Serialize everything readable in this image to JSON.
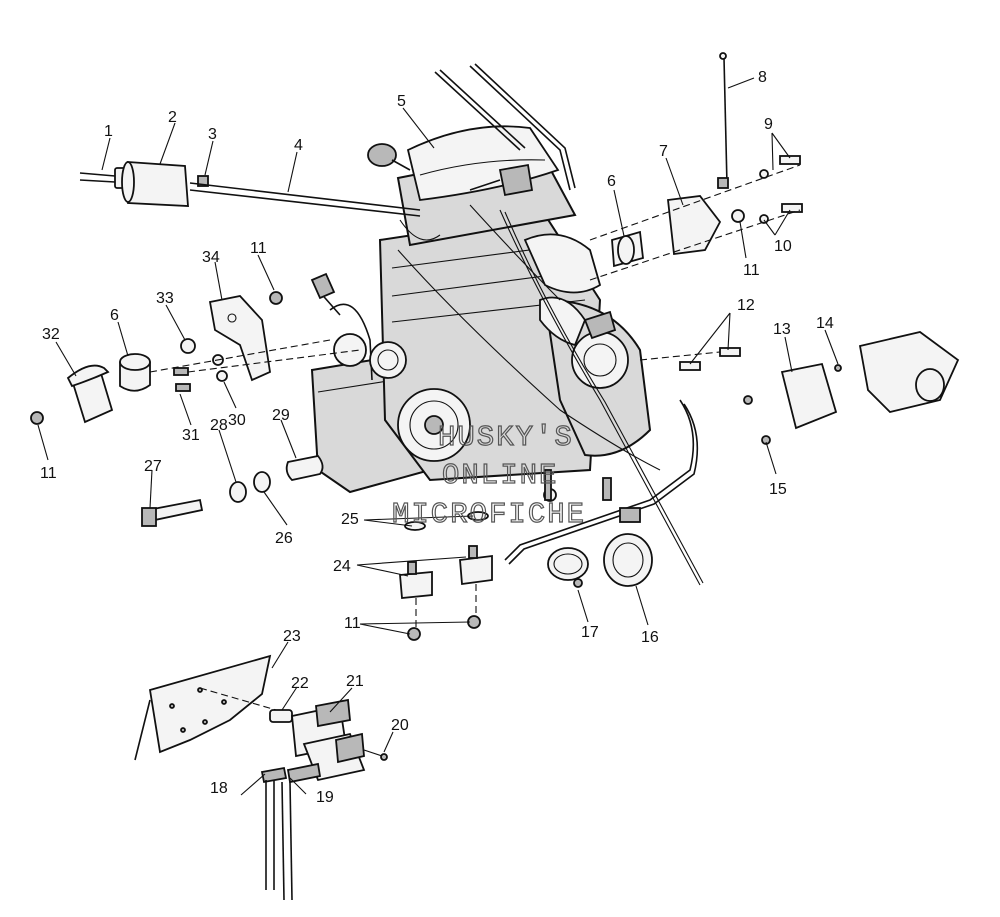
{
  "diagram": {
    "watermark": [
      "HUSKY'S",
      "ONLINE",
      "MICROFICHE"
    ],
    "callouts": [
      {
        "id": "c1",
        "text": "1"
      },
      {
        "id": "c2",
        "text": "2"
      },
      {
        "id": "c3",
        "text": "3"
      },
      {
        "id": "c4",
        "text": "4"
      },
      {
        "id": "c5",
        "text": "5"
      },
      {
        "id": "c6a",
        "text": "6"
      },
      {
        "id": "c6b",
        "text": "6"
      },
      {
        "id": "c7",
        "text": "7"
      },
      {
        "id": "c8",
        "text": "8"
      },
      {
        "id": "c9",
        "text": "9"
      },
      {
        "id": "c10",
        "text": "10"
      },
      {
        "id": "c11a",
        "text": "11"
      },
      {
        "id": "c11b",
        "text": "11"
      },
      {
        "id": "c11c",
        "text": "11"
      },
      {
        "id": "c11d",
        "text": "11"
      },
      {
        "id": "c12",
        "text": "12"
      },
      {
        "id": "c13",
        "text": "13"
      },
      {
        "id": "c14",
        "text": "14"
      },
      {
        "id": "c15",
        "text": "15"
      },
      {
        "id": "c16",
        "text": "16"
      },
      {
        "id": "c17",
        "text": "17"
      },
      {
        "id": "c18",
        "text": "18"
      },
      {
        "id": "c19",
        "text": "19"
      },
      {
        "id": "c20",
        "text": "20"
      },
      {
        "id": "c21",
        "text": "21"
      },
      {
        "id": "c22",
        "text": "22"
      },
      {
        "id": "c23",
        "text": "23"
      },
      {
        "id": "c24",
        "text": "24"
      },
      {
        "id": "c25",
        "text": "25"
      },
      {
        "id": "c26",
        "text": "26"
      },
      {
        "id": "c27",
        "text": "27"
      },
      {
        "id": "c28",
        "text": "28"
      },
      {
        "id": "c29",
        "text": "29"
      },
      {
        "id": "c30",
        "text": "30"
      },
      {
        "id": "c31",
        "text": "31"
      },
      {
        "id": "c32",
        "text": "32"
      },
      {
        "id": "c33",
        "text": "33"
      },
      {
        "id": "c34",
        "text": "34"
      }
    ]
  }
}
